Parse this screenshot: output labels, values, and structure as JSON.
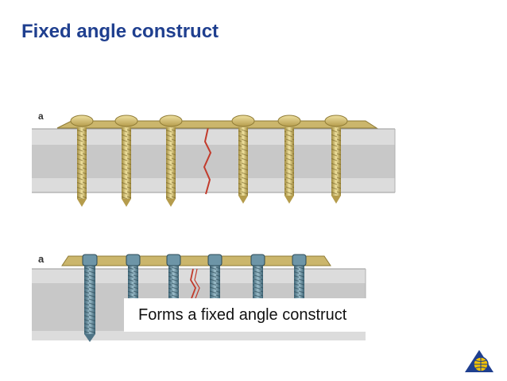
{
  "slide": {
    "title": "Fixed angle construct",
    "panel_top_label": "a",
    "panel_bottom_label": "a",
    "caption": "Forms a fixed angle construct",
    "colors": {
      "title": "#1f3f8f",
      "bone_outer": "#dedede",
      "bone_core": "#c9c9c9",
      "gold_plate": "#c8b46a",
      "blue_screw": "#5f8799",
      "fracture": "#c23b2c"
    },
    "icons": [
      "institution-logo-icon"
    ]
  }
}
